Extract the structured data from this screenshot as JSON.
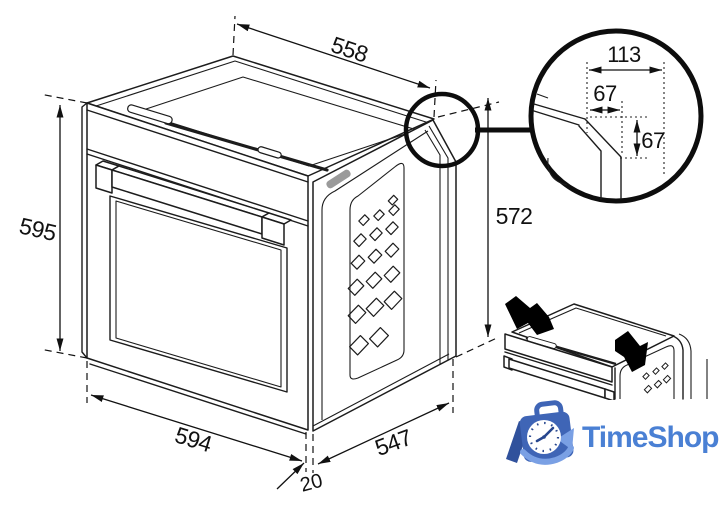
{
  "dimensions": {
    "top_width": "558",
    "front_height": "595",
    "body_height": "572",
    "front_width": "594",
    "body_depth": "547",
    "gap": "20"
  },
  "detail_view": {
    "width": "113",
    "offset_h": "67",
    "offset_v": "67"
  },
  "logo": {
    "text": "TimeShop",
    "icon": "clock-shopping-bag-icon",
    "text_color": "#4a80d4",
    "bag_color": "#3f65b6",
    "bag_dark_color": "#30519c",
    "swoosh_color": "#7aa0e4",
    "clock_hands_color": "#27468e"
  },
  "drawing": {
    "line_color": "#1c1c1c",
    "badge_color": "#9a9a9a"
  }
}
